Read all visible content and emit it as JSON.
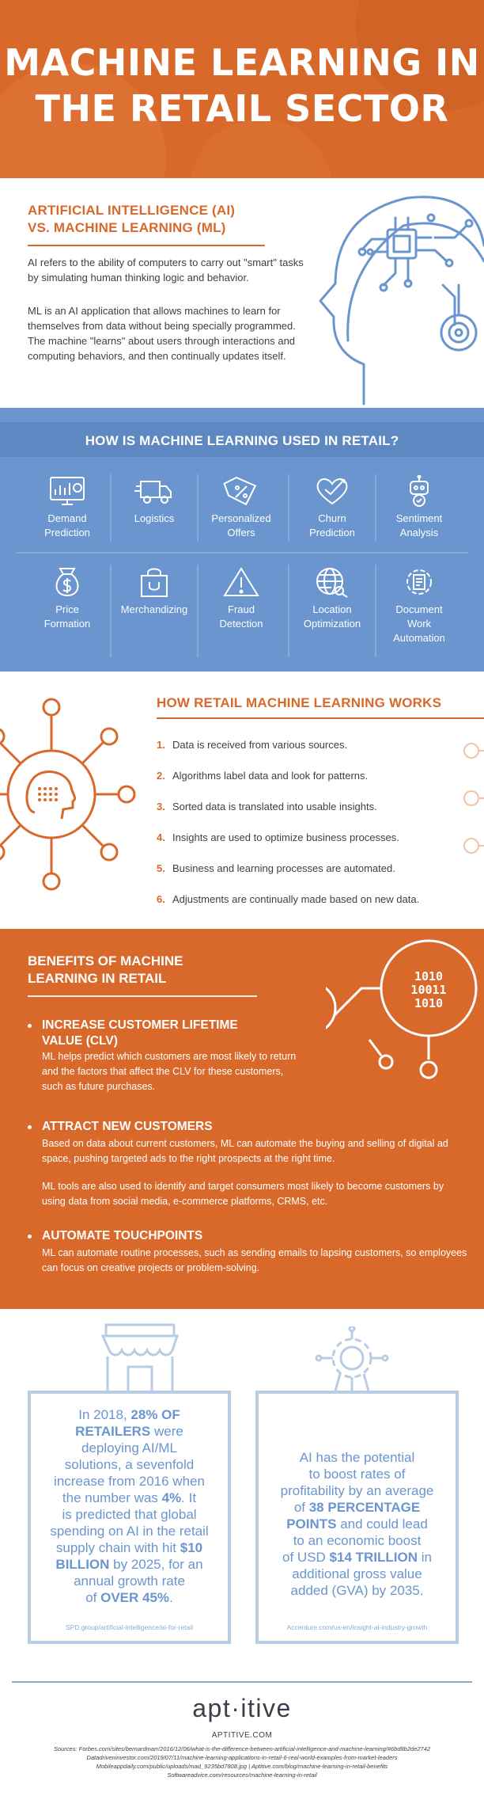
{
  "header": {
    "title_line1": "MACHINE LEARNING IN",
    "title_line2": "THE RETAIL SECTOR"
  },
  "ai_vs_ml": {
    "heading_line1": "ARTIFICIAL INTELLIGENCE (AI)",
    "heading_line2": "VS. MACHINE LEARNING (ML)",
    "ai_text": "AI refers to the ability of computers to carry out \"smart\" tasks by simulating human thinking logic and behavior.",
    "ml_text": "ML is an AI application that allows machines to learn for themselves from data without being specially programmed. The machine \"learns\" about users through interactions and computing behaviors, and then continually updates itself."
  },
  "how_used": {
    "heading": "HOW IS MACHINE LEARNING USED IN RETAIL?",
    "items": [
      {
        "label_line1": "Demand",
        "label_line2": "Prediction",
        "label_line3": "",
        "icon": "chart-monitor-icon"
      },
      {
        "label_line1": "Logistics",
        "label_line2": "",
        "label_line3": "",
        "icon": "truck-icon"
      },
      {
        "label_line1": "Personalized",
        "label_line2": "Offers",
        "label_line3": "",
        "icon": "percent-tag-icon"
      },
      {
        "label_line1": "Churn",
        "label_line2": "Prediction",
        "label_line3": "",
        "icon": "heart-target-icon"
      },
      {
        "label_line1": "Sentiment",
        "label_line2": "Analysis",
        "label_line3": "",
        "icon": "robot-icon"
      },
      {
        "label_line1": "Price",
        "label_line2": "Formation",
        "label_line3": "",
        "icon": "money-bag-icon"
      },
      {
        "label_line1": "Merchandizing",
        "label_line2": "",
        "label_line3": "",
        "icon": "shopping-bag-icon"
      },
      {
        "label_line1": "Fraud",
        "label_line2": "Detection",
        "label_line3": "",
        "icon": "warning-icon"
      },
      {
        "label_line1": "Location",
        "label_line2": "Optimization",
        "label_line3": "",
        "icon": "globe-search-icon"
      },
      {
        "label_line1": "Document",
        "label_line2": "Work",
        "label_line3": "Automation",
        "icon": "document-gear-icon"
      }
    ]
  },
  "how_works": {
    "heading": "HOW RETAIL MACHINE LEARNING WORKS",
    "steps": [
      {
        "num": "1.",
        "text": "Data is received from various sources."
      },
      {
        "num": "2.",
        "text": "Algorithms label data and look for patterns."
      },
      {
        "num": "3.",
        "text": "Sorted data is translated into usable insights."
      },
      {
        "num": "4.",
        "text": "Insights are used to optimize business processes."
      },
      {
        "num": "5.",
        "text": "Business and learning processes are automated."
      },
      {
        "num": "6.",
        "text": "Adjustments are continually made based on new data."
      }
    ]
  },
  "benefits": {
    "heading_line1": "BENEFITS OF MACHINE",
    "heading_line2": "LEARNING IN RETAIL",
    "binary": [
      "1010",
      "10011",
      "1010"
    ],
    "b1_title_line1": "INCREASE CUSTOMER LIFETIME",
    "b1_title_line2": "VALUE (CLV)",
    "b1_text": "ML helps predict which customers are most likely to return and the factors that affect the CLV for these customers, such as future purchases.",
    "b2_title": "ATTRACT NEW CUSTOMERS",
    "b2_text1": "Based on data about current customers, ML can automate the buying and selling of digital ad space, pushing targeted ads to the right prospects at the right time.",
    "b2_text2": "ML tools are also used to identify and target consumers most likely to become customers by using data from social media, e-commerce platforms, CRMS, etc.",
    "b3_title": "AUTOMATE TOUCHPOINTS",
    "b3_text": "ML can automate routine processes, such as sending emails to lapsing customers, so employees can focus on creative projects or problem-solving."
  },
  "stats": {
    "left": {
      "l1a": "In 2018, ",
      "l1b": "28% OF",
      "l2": "RETAILERS",
      "l2b": " were",
      "l3": "deploying AI/ML",
      "l4": "solutions, a sevenfold",
      "l5": "increase from 2016 when",
      "l6a": "the number was ",
      "l6b": "4%",
      "l6c": ". It",
      "l7": "is predicted that global",
      "l8": "spending on AI in the retail",
      "l9a": "supply chain with hit ",
      "l9b": "$10",
      "l10a": "BILLION",
      "l10b": " by 2025, for an",
      "l11": "annual growth rate",
      "l12a": "of ",
      "l12b": "OVER 45%",
      "l12c": ".",
      "source": "SPD.group/artificial-intelligence/ai-for-retail"
    },
    "right": {
      "l1": "AI has the potential",
      "l2": "to boost rates of",
      "l3": "profitability by an average",
      "l4a": "of ",
      "l4b": "38 PERCENTAGE",
      "l5a": "POINTS",
      "l5b": " and could lead",
      "l6": "to an economic boost",
      "l7a": "of USD ",
      "l7b": "$14 TRILLION",
      "l7c": " in",
      "l8": "additional gross value",
      "l9": "added (GVA) by 2035.",
      "source": "Accenture.com/us-en/insight-ai-industry-growth"
    }
  },
  "footer": {
    "logo": "apt·itive",
    "site": "APTITIVE.COM",
    "sources_line1": "Sources: Forbes.com/sites/bernardmarr/2016/12/06/what-is-the-difference-between-artificial-intelligence-and-machine-learning/#6bd8b2de2742",
    "sources_line2": "Datadriveninvestor.com/2019/07/11/machine-learning-applications-in-retail-6-real-world-examples-from-market-leaders",
    "sources_line3": "Mobileappdaily.com/public/uploads/mad_9235bd7808.jpg | Aptitive.com/blog/machine-learning-in-retail-benefits",
    "sources_line4": "Softwareadvice.com/resources/machine-learning-in-retail"
  },
  "colors": {
    "orange": "#d9692a",
    "blue": "#6a95cf",
    "light_blue": "#b8cce4",
    "text": "#3b3f4a"
  }
}
